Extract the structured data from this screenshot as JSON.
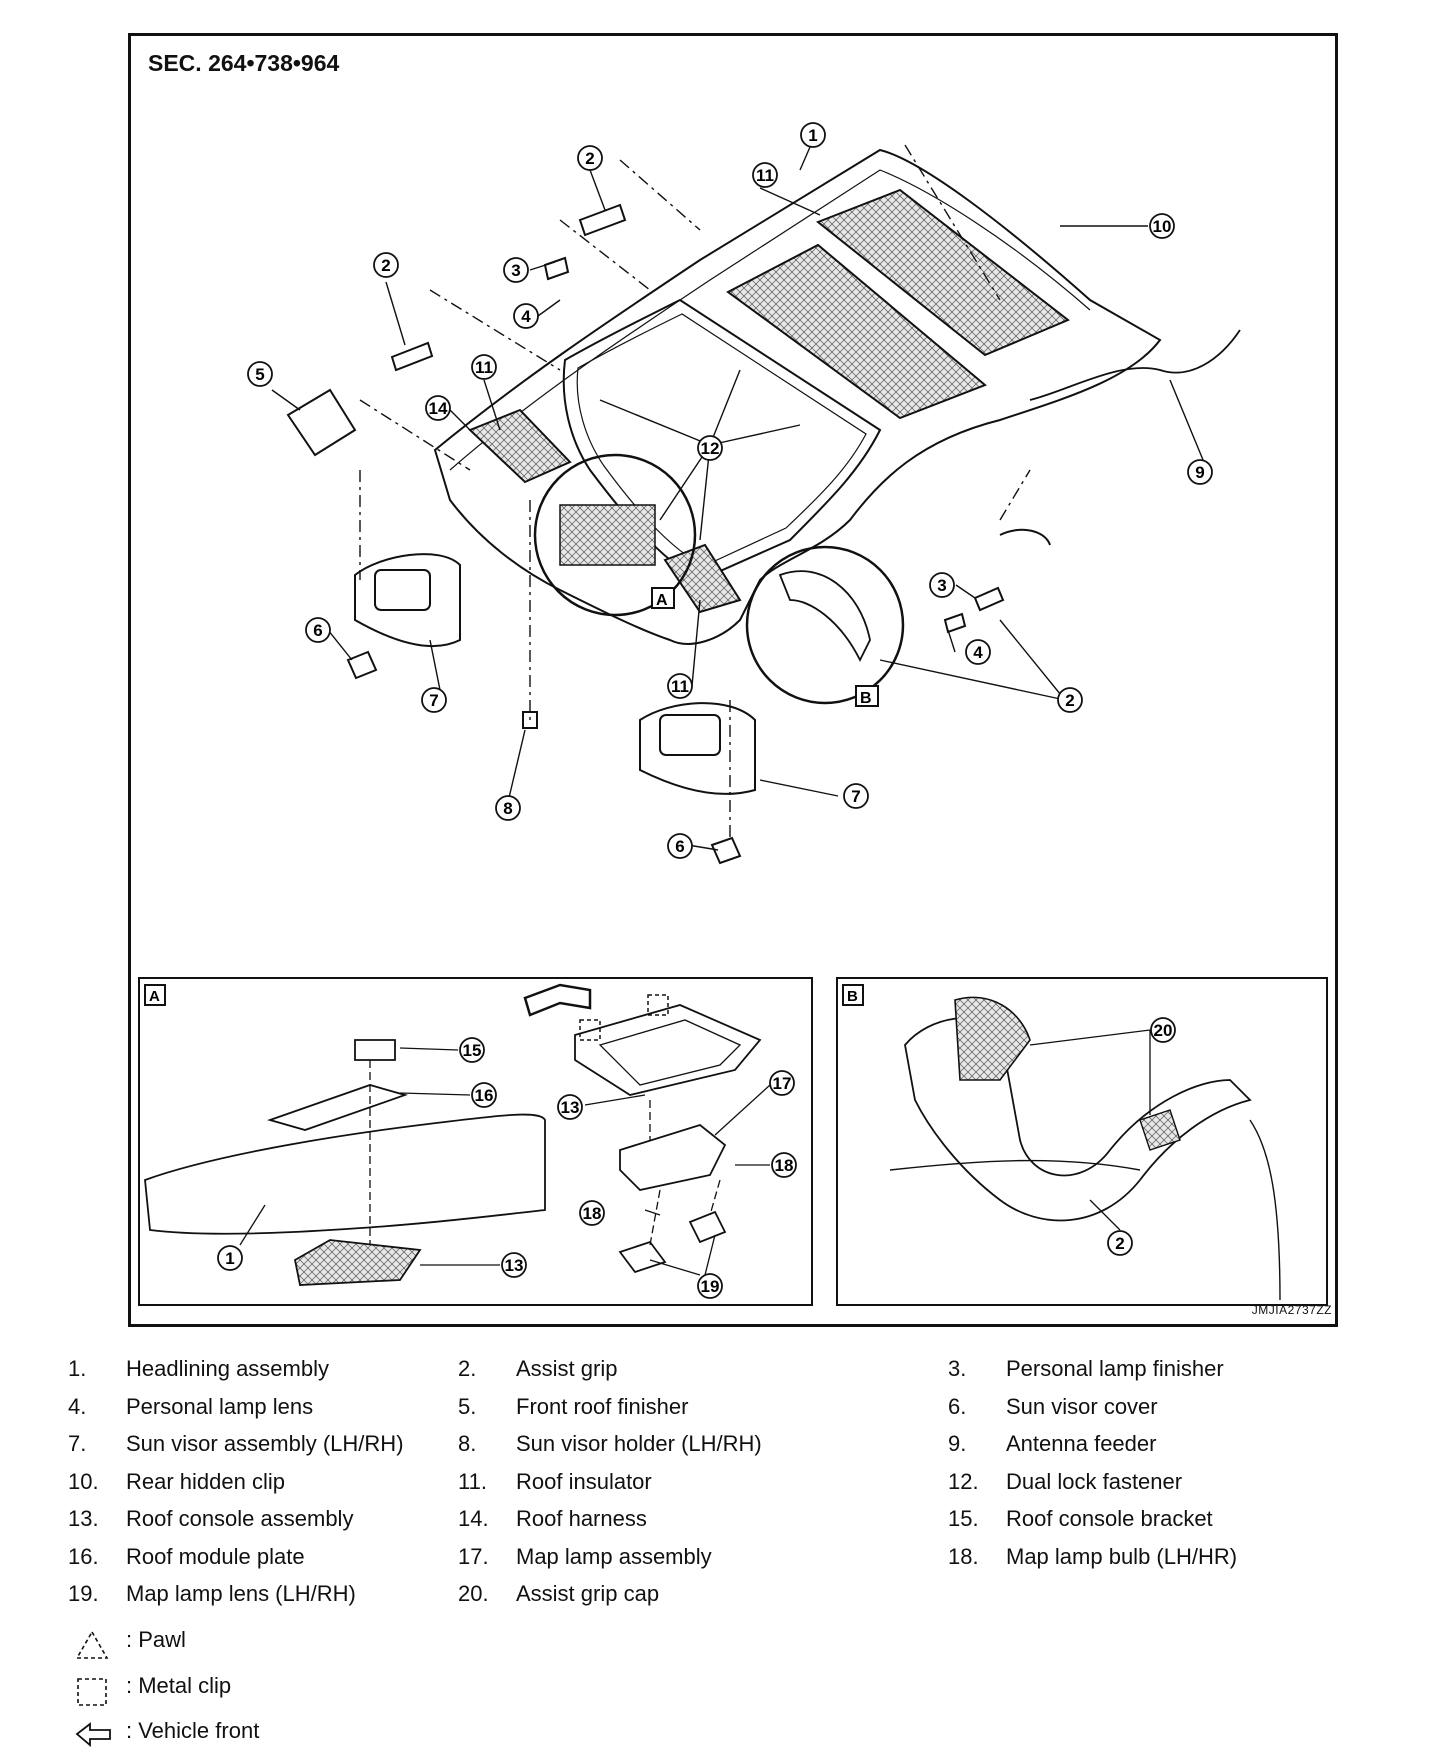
{
  "header": {
    "section": "SEC. 264•738•964",
    "figure_code": "JMJIA2737ZZ"
  },
  "insets": {
    "a_label": "A",
    "b_label": "B"
  },
  "callouts": {
    "c1": "1",
    "c2": "2",
    "c3": "3",
    "c4": "4",
    "c5": "5",
    "c6": "6",
    "c7": "7",
    "c8": "8",
    "c9": "9",
    "c10": "10",
    "c11": "11",
    "c12": "12",
    "c13": "13",
    "c14": "14",
    "c15": "15",
    "c16": "16",
    "c17": "17",
    "c18": "18",
    "c19": "19",
    "c20": "20"
  },
  "legend": {
    "items": [
      {
        "num": "1.",
        "label": "Headlining assembly"
      },
      {
        "num": "2.",
        "label": "Assist grip"
      },
      {
        "num": "3.",
        "label": "Personal lamp finisher"
      },
      {
        "num": "4.",
        "label": "Personal lamp lens"
      },
      {
        "num": "5.",
        "label": "Front roof finisher"
      },
      {
        "num": "6.",
        "label": "Sun visor cover"
      },
      {
        "num": "7.",
        "label": "Sun visor assembly (LH/RH)"
      },
      {
        "num": "8.",
        "label": "Sun visor holder (LH/RH)"
      },
      {
        "num": "9.",
        "label": "Antenna feeder"
      },
      {
        "num": "10.",
        "label": "Rear hidden clip"
      },
      {
        "num": "11.",
        "label": "Roof insulator"
      },
      {
        "num": "12.",
        "label": "Dual lock fastener"
      },
      {
        "num": "13.",
        "label": "Roof console assembly"
      },
      {
        "num": "14.",
        "label": "Roof harness"
      },
      {
        "num": "15.",
        "label": "Roof console bracket"
      },
      {
        "num": "16.",
        "label": "Roof module plate"
      },
      {
        "num": "17.",
        "label": "Map lamp assembly"
      },
      {
        "num": "18.",
        "label": "Map lamp bulb (LH/HR)"
      },
      {
        "num": "19.",
        "label": "Map lamp lens (LH/RH)"
      },
      {
        "num": "20.",
        "label": "Assist grip cap"
      }
    ],
    "symbols": [
      {
        "icon": "pawl-triangle-icon",
        "label": ": Pawl"
      },
      {
        "icon": "metal-clip-square-icon",
        "label": ": Metal clip"
      },
      {
        "icon": "vehicle-front-arrow-icon",
        "label": ": Vehicle front"
      }
    ]
  }
}
